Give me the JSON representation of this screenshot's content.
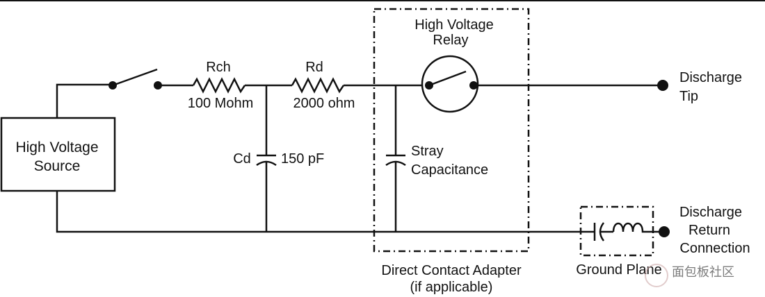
{
  "source": {
    "line1": "High Voltage",
    "line2": "Source"
  },
  "resistor_charge": {
    "name": "Rch",
    "value": "100 Mohm"
  },
  "resistor_discharge": {
    "name": "Rd",
    "value": "2000 ohm"
  },
  "capacitor_discharge": {
    "name": "Cd",
    "value": "150 pF"
  },
  "stray": {
    "line1": "Stray",
    "line2": "Capacitance"
  },
  "relay": {
    "line1": "High Voltage",
    "line2": "Relay"
  },
  "discharge_tip": {
    "line1": "Discharge",
    "line2": "Tip"
  },
  "discharge_return": {
    "line1": "Discharge",
    "line2": "Return",
    "line3": "Connection"
  },
  "adapter": {
    "line1": "Direct Contact Adapter",
    "line2": "(if applicable)"
  },
  "ground_plane": {
    "label": "Ground Plane"
  },
  "watermark": {
    "text": "面包板社区"
  }
}
